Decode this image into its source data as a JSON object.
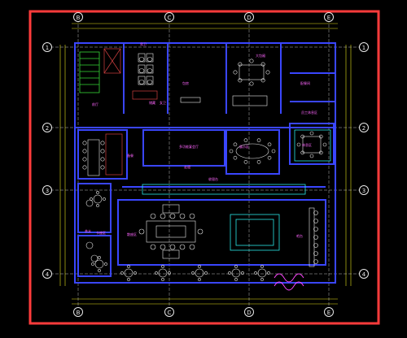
{
  "colors": {
    "background": "#000000",
    "sheet_border": "#ff3b3b",
    "walls": "#3a46ff",
    "dimension": "#e6e21a",
    "furniture": "#e8e8e8",
    "hatch": "#d04040",
    "cyan": "#27e6e6",
    "magenta": "#ff44ff",
    "green": "#36d836"
  },
  "grid": {
    "columns": [
      "B",
      "C",
      "D",
      "E"
    ],
    "rows": [
      "1",
      "2",
      "3",
      "4"
    ]
  },
  "room_labels": [
    "前厅",
    "储藏",
    "包房",
    "男卫",
    "女卫",
    "大包厢",
    "配餐间",
    "员工休息区",
    "多功能宴会厅",
    "展示区",
    "走道",
    "收银台",
    "休息区",
    "备餐",
    "茶水",
    "卡座区",
    "散座区",
    "吧台"
  ]
}
